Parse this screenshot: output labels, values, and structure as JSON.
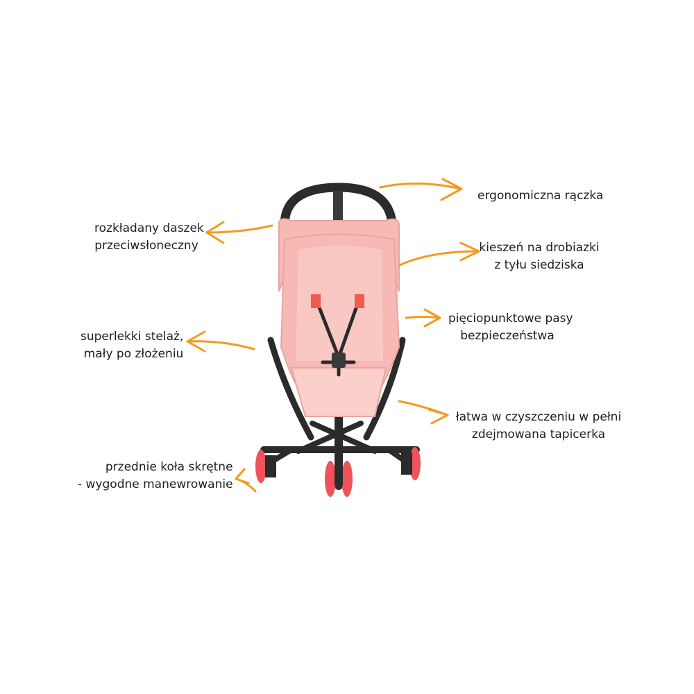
{
  "colors": {
    "arrow": "#f29a1f",
    "fabric": "#f6b9b4",
    "fabric_light": "#fbd0cb",
    "frame": "#2b2b2b",
    "wheel": "#f0525a",
    "buckle": "#ef5b4f"
  },
  "labels": {
    "handle": [
      "ergonomiczna rączka"
    ],
    "canopy": [
      "rozkładany daszek",
      "przeciwsłoneczny"
    ],
    "pocket": [
      "kieszeń na drobiazki",
      "z tyłu siedziska"
    ],
    "harness": [
      "pięciopunktowe pasy",
      "bezpieczeństwa"
    ],
    "frame": [
      "superlekki stelaż,",
      "mały po złożeniu"
    ],
    "cleaning": [
      "łatwa w czyszczeniu  w pełni",
      "zdejmowana tapicerka"
    ],
    "wheels": [
      "przednie koła skrętne",
      "- wygodne manewrowanie"
    ]
  }
}
